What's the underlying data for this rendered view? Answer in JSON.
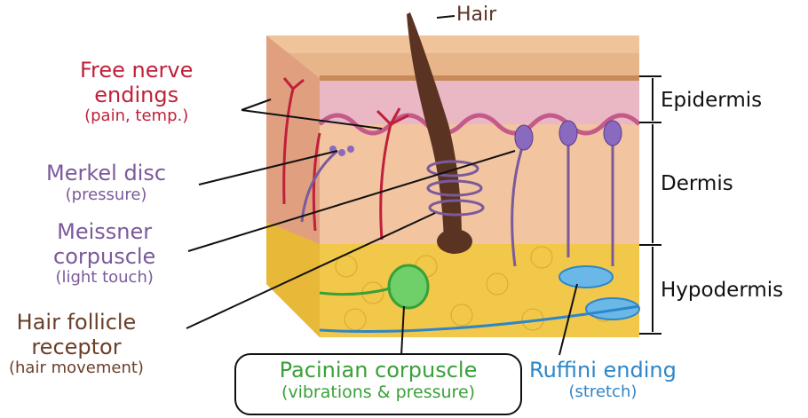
{
  "colors": {
    "free_nerve": "#c0203a",
    "merkel": "#7a5a9a",
    "meissner": "#7a5a9a",
    "hair_follicle": "#6b3e2a",
    "pacinian": "#3aa038",
    "ruffini": "#2e86c8",
    "hair_label": "#5a3322"
  },
  "labels": {
    "hair": "Hair",
    "free_nerve_main": "Free nerve endings",
    "free_nerve_line1": "Free nerve",
    "free_nerve_line2": "endings",
    "free_nerve_sub": "(pain, temp.)",
    "merkel_main": "Merkel disc",
    "merkel_sub": "(pressure)",
    "meissner_line1": "Meissner",
    "meissner_line2": "corpuscle",
    "meissner_sub": "(light touch)",
    "follicle_line1": "Hair follicle",
    "follicle_line2": "receptor",
    "follicle_sub": "(hair movement)",
    "pacinian_main": "Pacinian corpuscle",
    "pacinian_sub": "(vibrations & pressure)",
    "ruffini_main": "Ruffini ending",
    "ruffini_sub": "(stretch)"
  },
  "layers": {
    "epidermis": "Epidermis",
    "dermis": "Dermis",
    "hypodermis": "Hypodermis"
  }
}
